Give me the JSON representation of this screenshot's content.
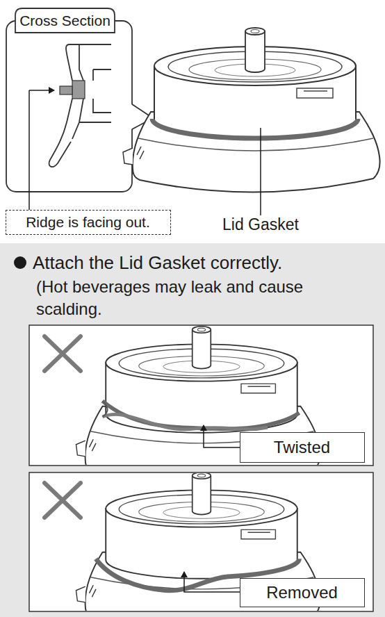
{
  "diagram": {
    "nodes": [
      {
        "text": [
          "Cross Section"
        ]
      },
      {
        "text": [
          "Ridge is facing out."
        ]
      },
      {
        "text": [
          "Attach the Lid Gasket correctly.",
          "(Hot beverages may leak and cause scalding."
        ]
      },
      {
        "text": [
          "Twisted"
        ],
        "in": 2
      },
      {
        "text": [
          "Removed"
        ],
        "in": 2
      }
    ],
    "labels": [
      "Lid Gasket"
    ]
  }
}
